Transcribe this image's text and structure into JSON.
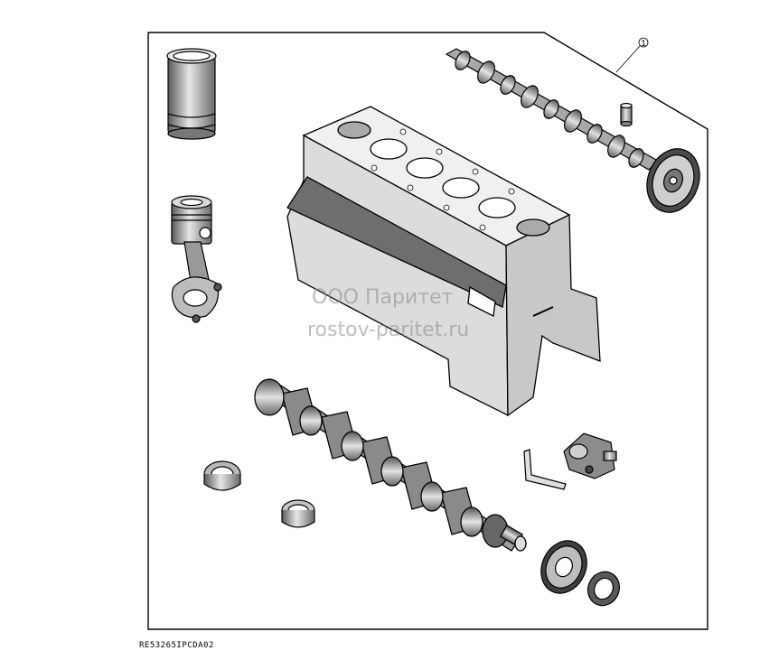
{
  "diagram": {
    "callout_number": "1",
    "figure_code": "RE53265IPCDA02",
    "watermark": {
      "line1": "ООО Паритет",
      "line2": "rostov-paritet.ru"
    },
    "colors": {
      "line": "#000000",
      "metal_dark": "#4a4a4a",
      "metal_mid": "#9a9a9a",
      "metal_light": "#d8d8d8"
    }
  }
}
